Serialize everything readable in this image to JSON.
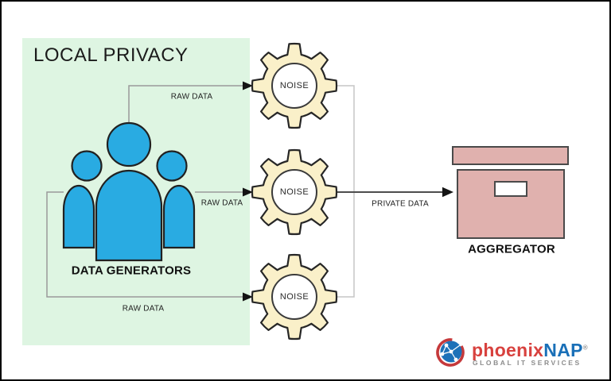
{
  "diagram": {
    "title": "LOCAL PRIVACY",
    "nodes": {
      "data_generators": "DATA GENERATORS",
      "noise": "NOISE",
      "aggregator": "AGGREGATOR"
    },
    "edges": {
      "raw_data": "RAW DATA",
      "private_data": "PRIVATE DATA"
    },
    "colors": {
      "privacy_region_bg": "#DEF5E2",
      "people_blue": "#29ABE2",
      "gear_cream": "#FAF0C9",
      "aggregator_pink": "#E0B1AE",
      "outline_dark": "#262626",
      "connector_gray": "#9A9A9A",
      "merge_connector_gray": "#C5C5C5",
      "main_line_dark": "#4D4D4D"
    },
    "icons": {
      "people": "data-generators-people-icon",
      "gear": "noise-gear-icon",
      "box": "aggregator-box-icon",
      "globe": "phoenixnap-globe-icon"
    }
  },
  "logo": {
    "brand_first": "phoenix",
    "brand_second": "NAP",
    "registered_mark": "®",
    "tagline": "GLOBAL IT SERVICES",
    "brand_red": "#D8413E",
    "brand_blue": "#1A70B8"
  }
}
